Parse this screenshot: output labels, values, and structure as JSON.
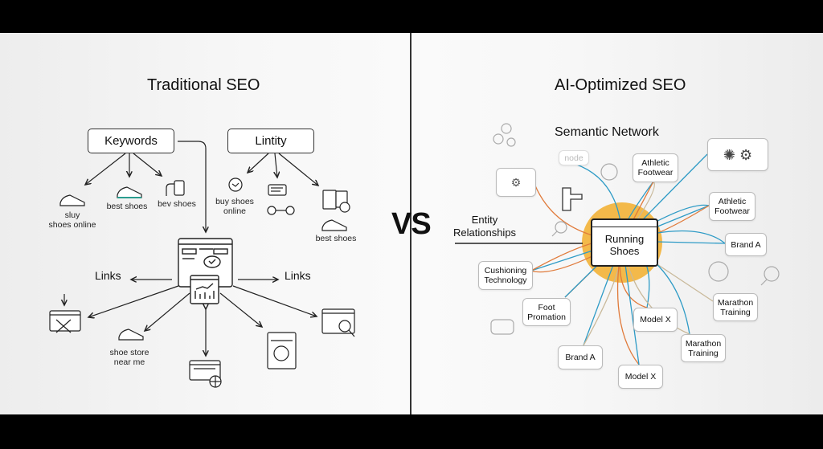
{
  "left_panel": {
    "title": "Traditional SEO",
    "keywords_box": "Keywords",
    "lintity_box": "Lintity",
    "keyword_items": [
      {
        "label": "sluy\nshoes online",
        "icon": "sneaker-icon"
      },
      {
        "label": "best shoes",
        "icon": "sneaker-icon"
      },
      {
        "label": "bev shoes",
        "icon": "device-icon"
      }
    ],
    "lintity_items": [
      {
        "label": "buy shoes\nonline",
        "icon": "check-badge-icon"
      },
      {
        "label": "",
        "icon": "chat-slider-icon"
      },
      {
        "label": "best shoes",
        "icon": "document-check-icon"
      }
    ],
    "links_left": "Links",
    "links_right": "Links",
    "bottom_items": [
      {
        "label": "",
        "icon": "broken-page-icon"
      },
      {
        "label": "shoe store\nnear me",
        "icon": "sneaker-icon"
      },
      {
        "label": "",
        "icon": "web-globe-icon"
      },
      {
        "label": "",
        "icon": "page-circle-icon"
      },
      {
        "label": "",
        "icon": "page-search-icon"
      }
    ]
  },
  "vs_label": "VS",
  "right_panel": {
    "title": "AI-Optimized SEO",
    "subtitle": "Semantic Network",
    "entity_label": "Entity\nRelationships",
    "hub_label": "Running\nShoes",
    "faint_node_label": "node",
    "nodes": [
      {
        "id": "athletic-footwear-top",
        "label": "Athletic\nFootwear"
      },
      {
        "id": "athletic-footwear-right",
        "label": "Athletic\nFootwear"
      },
      {
        "id": "brand-a-right",
        "label": "Brand A"
      },
      {
        "id": "cushioning-technology",
        "label": "Cushioning\nTechnology"
      },
      {
        "id": "foot-promation",
        "label": "Foot\nPromation"
      },
      {
        "id": "model-x-mid",
        "label": "Model X"
      },
      {
        "id": "marathon-training-right",
        "label": "Marathon\nTraining"
      },
      {
        "id": "marathon-training-mid",
        "label": "Marathon\nTraining"
      },
      {
        "id": "brand-a-bottom",
        "label": "Brand A"
      },
      {
        "id": "model-x-bottom",
        "label": "Model X"
      }
    ],
    "colors": {
      "hub_glow": "#f3b94a",
      "edge_blue": "#2e9bc6",
      "edge_orange": "#e07a3a",
      "edge_tan": "#c9b99a"
    }
  }
}
